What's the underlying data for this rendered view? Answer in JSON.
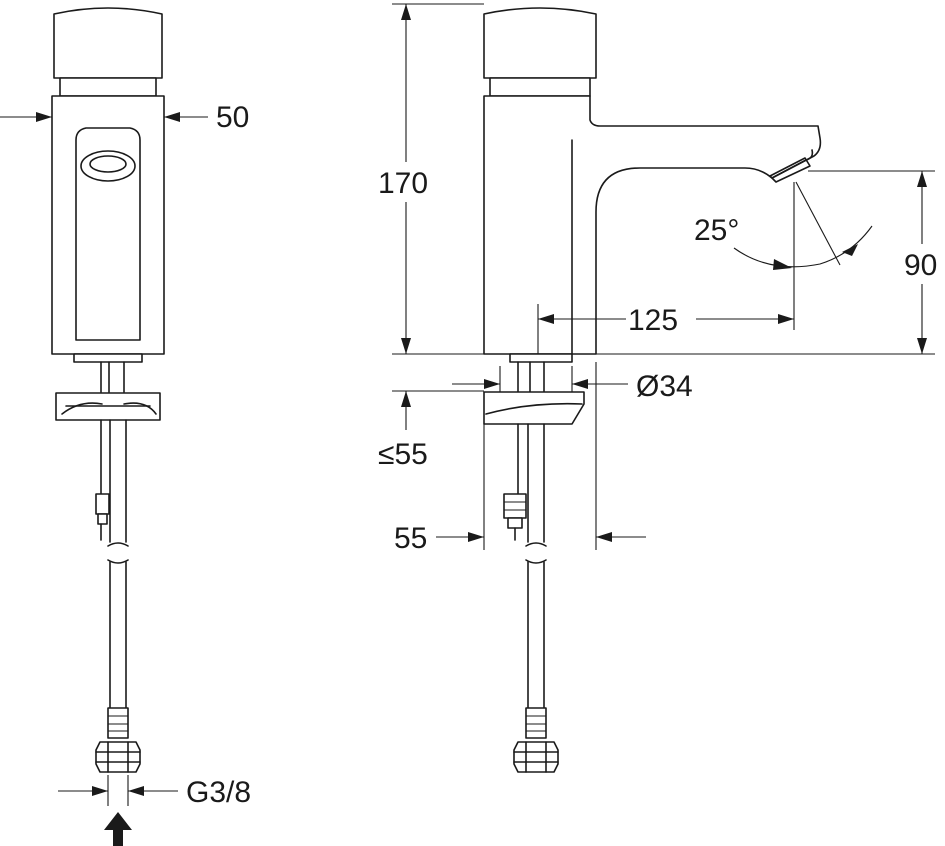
{
  "dimensions": {
    "body_width": "50",
    "total_height": "170",
    "spout_height": "90",
    "spout_angle": "25°",
    "spout_reach": "125",
    "hole_diameter": "Ø34",
    "counter_thickness": "≤55",
    "base_width": "55",
    "connection_thread": "G3/8"
  },
  "colors": {
    "line": "#1a1a1a",
    "background": "#ffffff"
  },
  "icons": {
    "inlet": "water-inlet-arrow-icon"
  }
}
